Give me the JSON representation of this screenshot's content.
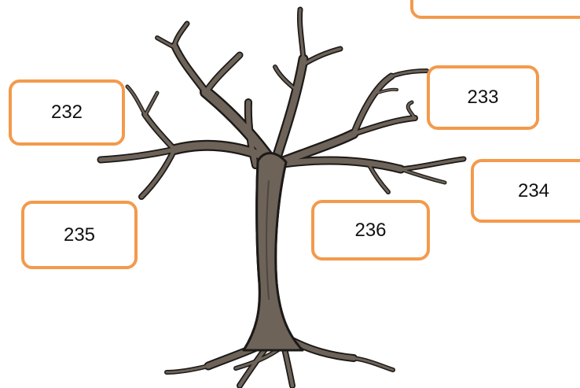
{
  "colors": {
    "box_border": "#f39a4c",
    "tree_fill": "#6e6359",
    "tree_outline": "#1c1a18"
  },
  "icons": {
    "illustration": "bare-tree-illustration"
  },
  "boxes": [
    {
      "id": "232",
      "label": "232"
    },
    {
      "id": "233",
      "label": "233"
    },
    {
      "id": "234",
      "label": "234"
    },
    {
      "id": "235",
      "label": "235"
    },
    {
      "id": "236",
      "label": "236"
    },
    {
      "id": "top",
      "label": ""
    }
  ]
}
